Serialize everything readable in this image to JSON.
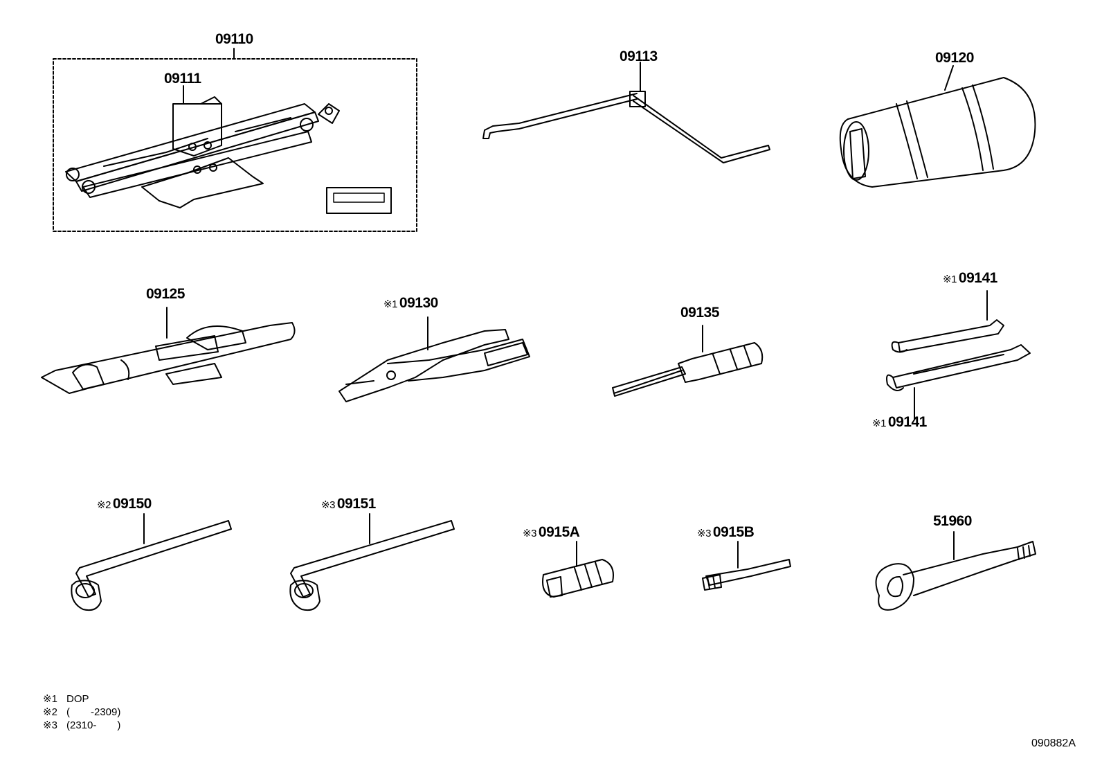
{
  "parts": {
    "p09110": {
      "code": "09110",
      "mark": ""
    },
    "p09111": {
      "code": "09111",
      "mark": ""
    },
    "p09113": {
      "code": "09113",
      "mark": ""
    },
    "p09120": {
      "code": "09120",
      "mark": ""
    },
    "p09125": {
      "code": "09125",
      "mark": ""
    },
    "p09130": {
      "code": "09130",
      "mark": "※1"
    },
    "p09135": {
      "code": "09135",
      "mark": ""
    },
    "p09141a": {
      "code": "09141",
      "mark": "※1"
    },
    "p09141b": {
      "code": "09141",
      "mark": "※1"
    },
    "p09150": {
      "code": "09150",
      "mark": "※2"
    },
    "p09151": {
      "code": "09151",
      "mark": "※3"
    },
    "p0915A": {
      "code": "0915A",
      "mark": "※3"
    },
    "p0915B": {
      "code": "0915B",
      "mark": "※3"
    },
    "p51960": {
      "code": "51960",
      "mark": ""
    }
  },
  "notes": [
    {
      "mark": "※1",
      "text": "DOP"
    },
    {
      "mark": "※2",
      "text": "(　　-2309)"
    },
    {
      "mark": "※3",
      "text": "(2310-　　)"
    }
  ],
  "figure_id": "090882A"
}
